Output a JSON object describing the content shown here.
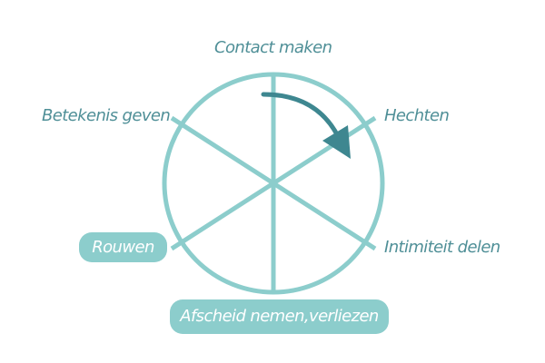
{
  "diagram": {
    "stages": [
      {
        "label": "Contact maken",
        "highlighted": false
      },
      {
        "label": "Hechten",
        "highlighted": false
      },
      {
        "label": "Intimiteit delen",
        "highlighted": false
      },
      {
        "label": "Afscheid nemen,verliezen",
        "highlighted": true
      },
      {
        "label": "Rouwen",
        "highlighted": true
      },
      {
        "label": "Betekenis geven",
        "highlighted": false
      }
    ],
    "direction": "clockwise",
    "colors": {
      "wheel": "#8ccdcc",
      "arrow": "#3e8790",
      "label_text": "#4f8f97",
      "pill_fill": "#8ccdcc",
      "pill_text": "#ffffff"
    }
  }
}
